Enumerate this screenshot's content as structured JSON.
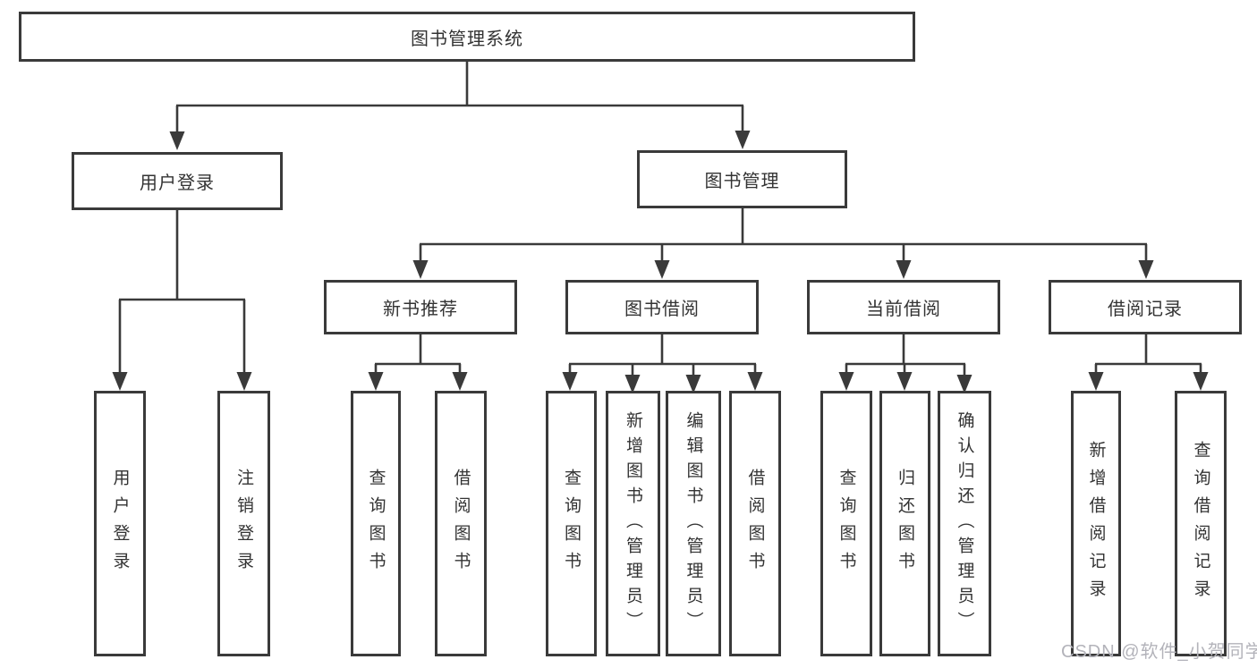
{
  "diagram": {
    "root": {
      "label": "图书管理系统"
    },
    "level1": [
      {
        "label": "用户登录"
      },
      {
        "label": "图书管理"
      }
    ],
    "level2": [
      {
        "label": "新书推荐"
      },
      {
        "label": "图书借阅"
      },
      {
        "label": "当前借阅"
      },
      {
        "label": "借阅记录"
      }
    ],
    "leaves": {
      "user_login": [
        "用户登录",
        "注销登录"
      ],
      "new_book": [
        "查询图书",
        "借阅图书"
      ],
      "book_borrow": [
        "查询图书",
        "新增图书（管理员）",
        "编辑图书（管理员）",
        "借阅图书"
      ],
      "current_borrow": [
        "查询图书",
        "归还图书",
        "确认归还（管理员）"
      ],
      "records": [
        "新增借阅记录",
        "查询借阅记录"
      ]
    }
  },
  "watermark": "CSDN @软件_小贺同学",
  "colors": {
    "line": "#3a3a3a",
    "text": "#333333",
    "watermark": "#b3b3ba"
  }
}
